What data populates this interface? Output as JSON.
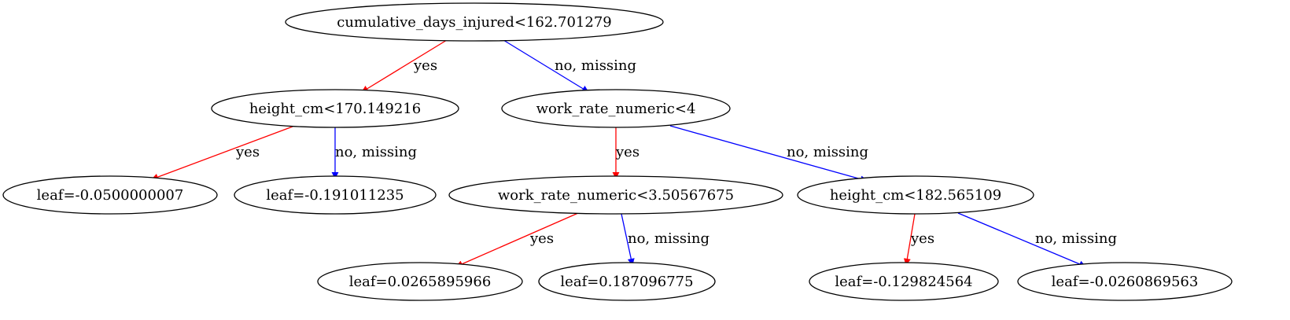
{
  "diagram": {
    "type": "decision-tree",
    "colors": {
      "yes": "#ff0000",
      "no_missing": "#0000ff",
      "node_stroke": "#000000",
      "background": "#ffffff"
    },
    "nodes": [
      {
        "id": "n0",
        "label": "cumulative_days_injured<162.701279"
      },
      {
        "id": "n1",
        "label": "height_cm<170.149216"
      },
      {
        "id": "n2",
        "label": "work_rate_numeric<4"
      },
      {
        "id": "n3",
        "label": "leaf=-0.0500000007"
      },
      {
        "id": "n4",
        "label": "leaf=-0.191011235"
      },
      {
        "id": "n5",
        "label": "work_rate_numeric<3.50567675"
      },
      {
        "id": "n6",
        "label": "height_cm<182.565109"
      },
      {
        "id": "n7",
        "label": "leaf=0.0265895966"
      },
      {
        "id": "n8",
        "label": "leaf=0.187096775"
      },
      {
        "id": "n9",
        "label": "leaf=-0.129824564"
      },
      {
        "id": "n10",
        "label": "leaf=-0.0260869563"
      }
    ],
    "edges": [
      {
        "from": "n0",
        "to": "n1",
        "label": "yes",
        "kind": "yes"
      },
      {
        "from": "n0",
        "to": "n2",
        "label": "no, missing",
        "kind": "no_missing"
      },
      {
        "from": "n1",
        "to": "n3",
        "label": "yes",
        "kind": "yes"
      },
      {
        "from": "n1",
        "to": "n4",
        "label": "no, missing",
        "kind": "no_missing"
      },
      {
        "from": "n2",
        "to": "n5",
        "label": "yes",
        "kind": "yes"
      },
      {
        "from": "n2",
        "to": "n6",
        "label": "no, missing",
        "kind": "no_missing"
      },
      {
        "from": "n5",
        "to": "n7",
        "label": "yes",
        "kind": "yes"
      },
      {
        "from": "n5",
        "to": "n8",
        "label": "no, missing",
        "kind": "no_missing"
      },
      {
        "from": "n6",
        "to": "n9",
        "label": "yes",
        "kind": "yes"
      },
      {
        "from": "n6",
        "to": "n10",
        "label": "no, missing",
        "kind": "no_missing"
      }
    ]
  }
}
